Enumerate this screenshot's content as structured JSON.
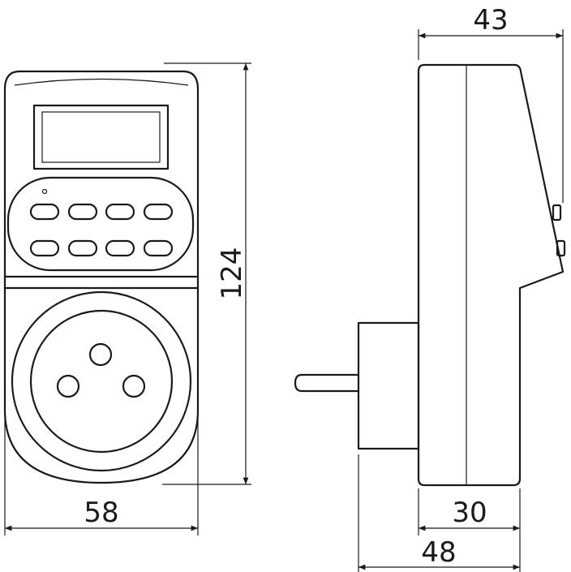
{
  "dimensions": {
    "depth_total": "43",
    "height": "124",
    "width": "58",
    "body_depth": "30",
    "overall_depth": "48"
  }
}
